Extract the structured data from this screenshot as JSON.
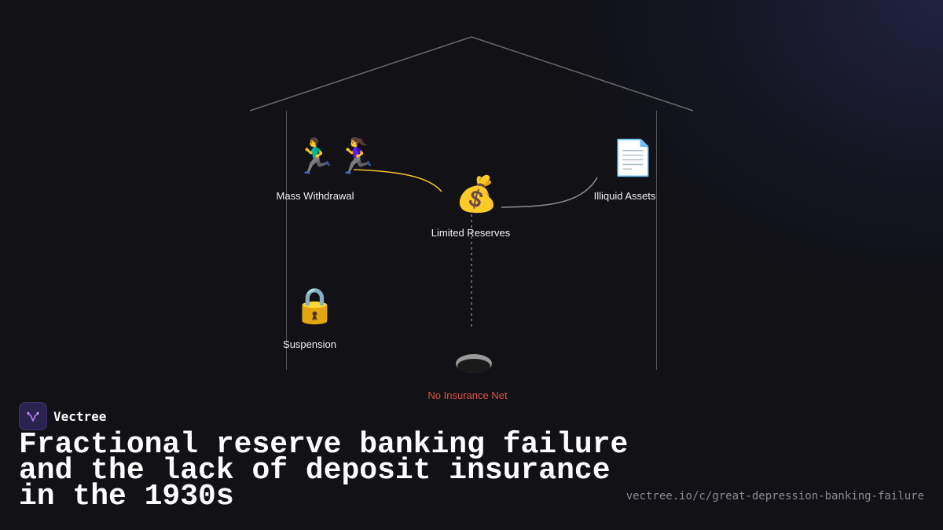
{
  "diagram": {
    "nodes": {
      "mass_withdrawal": {
        "icons": [
          "🏃‍♂️",
          "🏃‍♀️"
        ],
        "label": "Mass Withdrawal"
      },
      "limited_reserves": {
        "icon": "💰",
        "label": "Limited Reserves"
      },
      "illiquid_assets": {
        "icon": "📄",
        "label": "Illiquid Assets"
      },
      "suspension": {
        "icon": "🔒",
        "label": "Suspension"
      },
      "no_insurance_net": {
        "icon": "hole-icon",
        "label": "No Insurance Net"
      }
    },
    "colors": {
      "withdrawal_flow": "#f2c230",
      "asset_flow": "#8a8a8a",
      "structure": "#666666",
      "danger": "#e0524a"
    }
  },
  "brand": {
    "name": "Vectree"
  },
  "headline": "Fractional reserve banking failure and the lack of deposit insurance in the 1930s",
  "url": "vectree.io/c/great-depression-banking-failure"
}
